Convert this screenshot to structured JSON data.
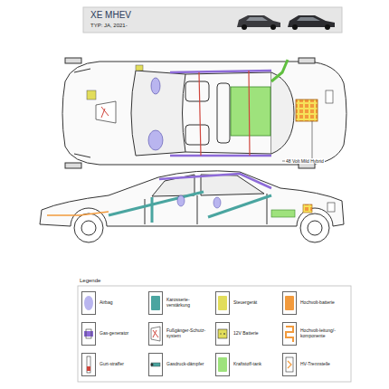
{
  "diagram": {
    "title": "XE MHEV",
    "labels": [
      "TYP: JA, 2021-",
      "48 Volt Mild Hybrid",
      "Legende"
    ],
    "legend": [
      {
        "text": "Airbag",
        "color": "#b9b5ef"
      },
      {
        "text": "Karosserie-verstärkung",
        "color": "#4aa5a0"
      },
      {
        "text": "Steuergerät",
        "color": "#e2dd5a"
      },
      {
        "text": "Hochvolt-batterie",
        "color": "#f29a3c"
      },
      {
        "text": "Gas-generator"
      },
      {
        "text": "Fußgänger-Schutz-system"
      },
      {
        "text": "12V Batterie"
      },
      {
        "text": "Hochvolt-leitung/-komponente"
      },
      {
        "text": "Gurt-straffer"
      },
      {
        "text": "Gasdruck-dämpfer"
      },
      {
        "text": "Kraftstoff-tank",
        "color": "#9ee27c"
      },
      {
        "text": "HV-Trennstelle"
      }
    ]
  }
}
